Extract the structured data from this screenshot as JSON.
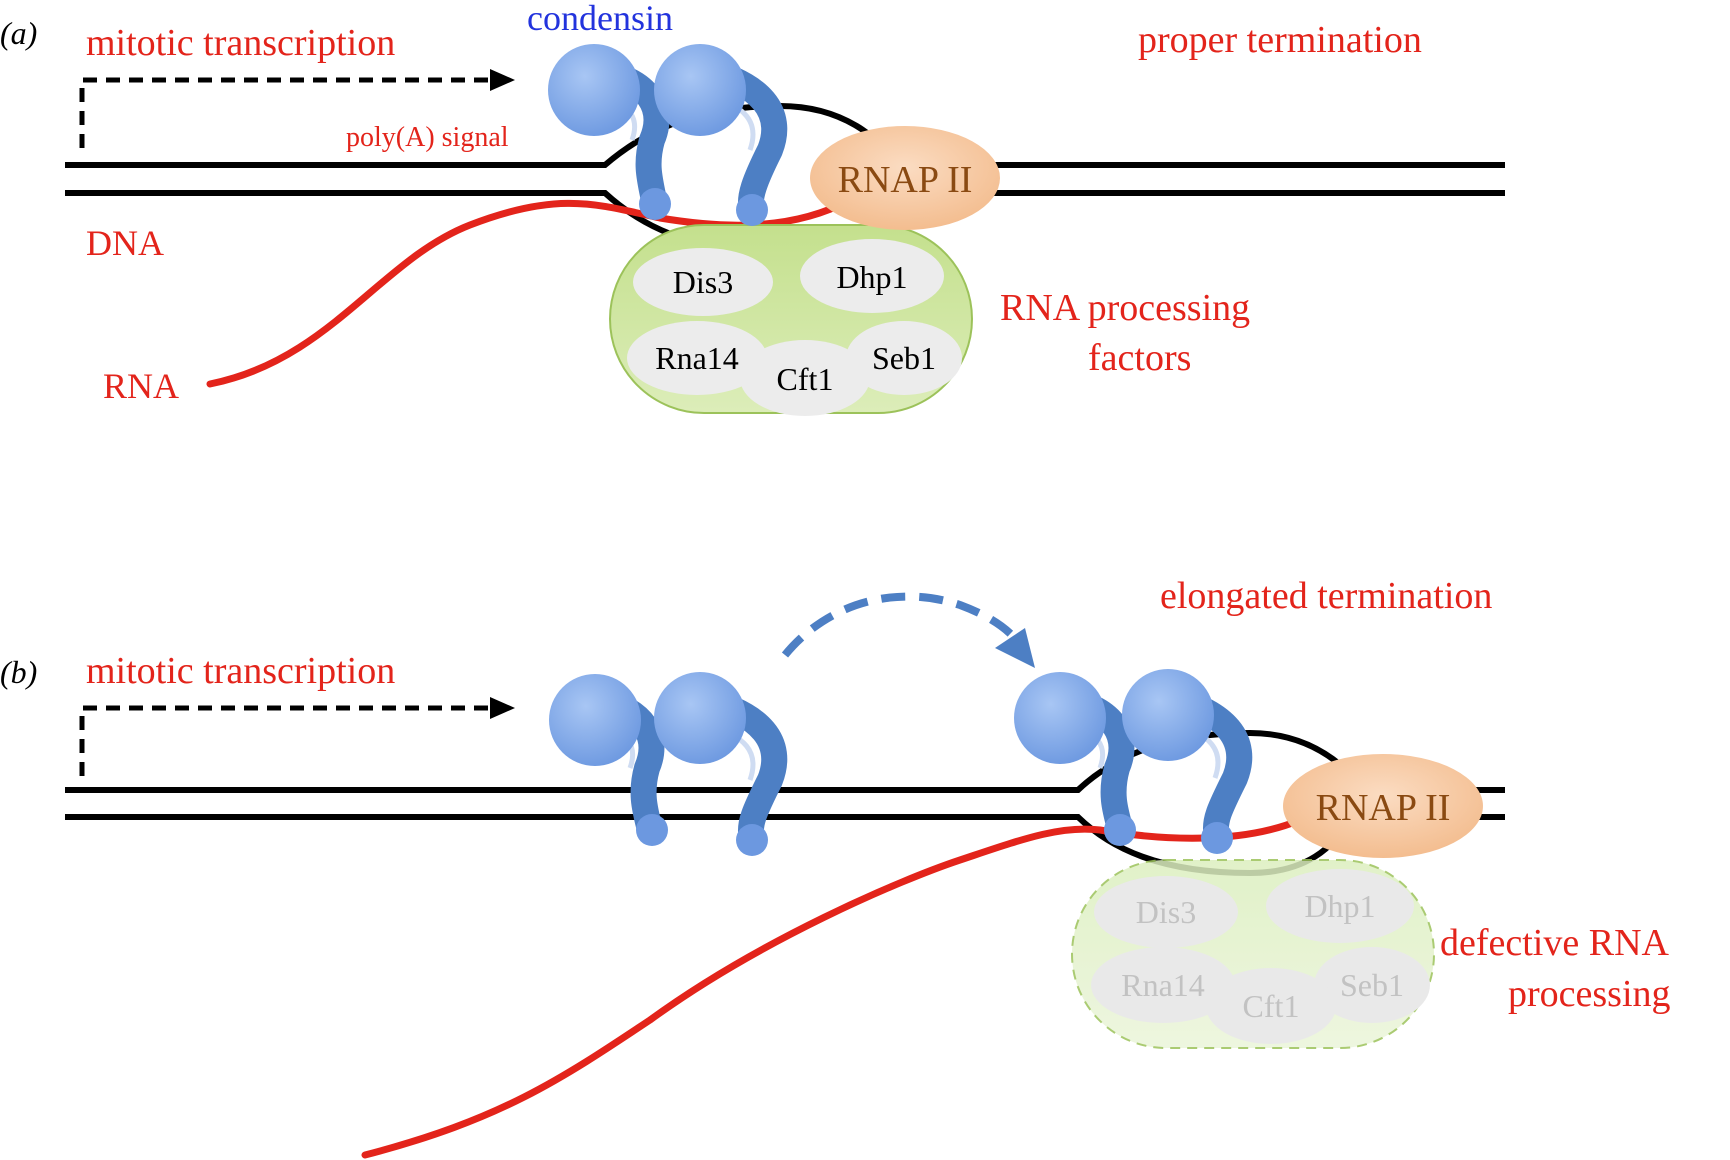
{
  "panel_a": {
    "panel_label": "(a)",
    "transcription_label": "mitotic transcription",
    "condensin_label": "condensin",
    "termination_label": "proper termination",
    "polya_label": "poly(A) signal",
    "dna_label": "DNA",
    "rna_label": "RNA",
    "rnap_label": "RNAP II",
    "processing_label_line1": "RNA processing",
    "processing_label_line2": "factors",
    "factors": {
      "dis3": "Dis3",
      "dhp1": "Dhp1",
      "rna14": "Rna14",
      "cft1": "Cft1",
      "seb1": "Seb1"
    }
  },
  "panel_b": {
    "panel_label": "(b)",
    "transcription_label": "mitotic transcription",
    "termination_label": "elongated termination",
    "rnap_label": "RNAP II",
    "processing_label_line1": "defective RNA",
    "processing_label_line2": "processing",
    "factors": {
      "dis3": "Dis3",
      "dhp1": "Dhp1",
      "rna14": "Rna14",
      "cft1": "Cft1",
      "seb1": "Seb1"
    }
  },
  "colors": {
    "label_red": "#e3241b",
    "condensin_blue": "#2233dd",
    "condensin_fill": "#7aa6ea",
    "condensin_arm": "#4d7fc4",
    "dna": "#000000",
    "rna": "#e3241b",
    "rnap_fill": "#f6c9a4",
    "rnap_text": "#8a4a12",
    "factor_fill": "#c9e39a",
    "factor_oval": "#ececec",
    "dashed_arrow": "#4d7fc4"
  }
}
